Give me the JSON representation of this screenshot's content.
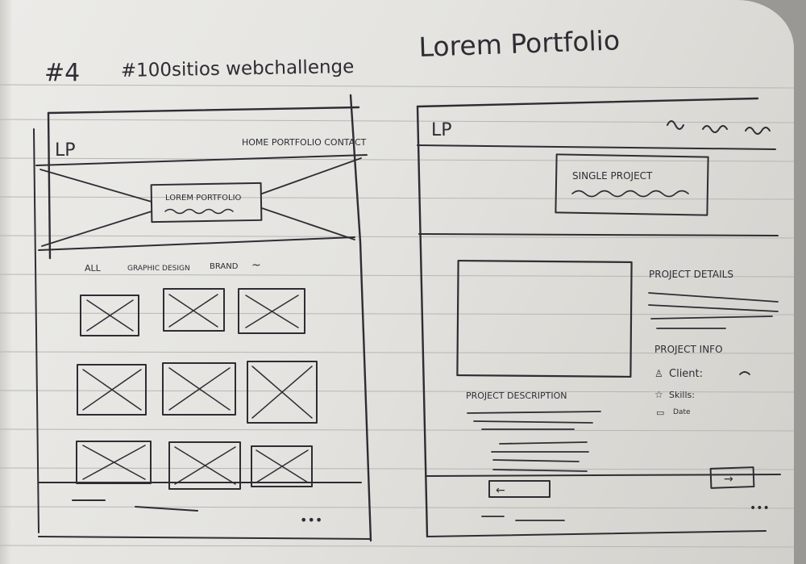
{
  "header": {
    "number": "#4",
    "challenge": "#100sitios webchallenge",
    "title": "Lorem Portfolio"
  },
  "home_wireframe": {
    "logo": "LP",
    "nav": "HOME PORTFOLIO CONTACT",
    "hero_box_label": "LOREM PORTFOLIO",
    "filter_tabs": [
      "ALL",
      "GRAPHIC DESIGN",
      "BRAND",
      "~"
    ]
  },
  "project_wireframe": {
    "logo": "LP",
    "hero_box_label": "SINGLE PROJECT",
    "details_heading": "PROJECT DETAILS",
    "info_heading": "PROJECT INFO",
    "info_items": [
      {
        "icon": "person-icon",
        "label": "Client:"
      },
      {
        "icon": "star-icon",
        "label": "Skills:"
      },
      {
        "icon": "calendar-icon",
        "label": "Date"
      }
    ],
    "description_heading": "PROJECT DESCRIPTION",
    "prev_arrow": "←",
    "next_arrow": "→",
    "footer_dots": "•••"
  },
  "footer_dots": "•••"
}
